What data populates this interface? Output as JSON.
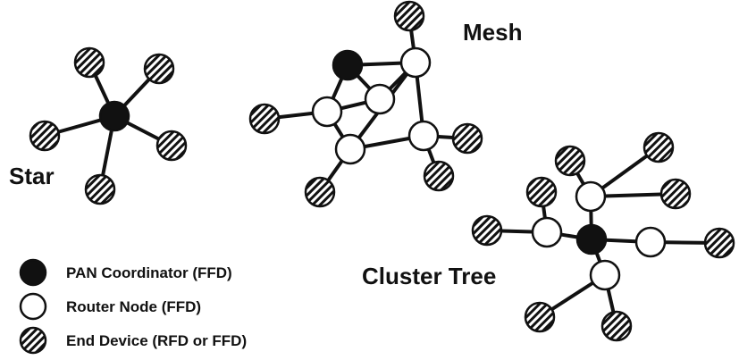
{
  "labels": {
    "star": "Star",
    "mesh": "Mesh",
    "cluster_tree": "Cluster Tree"
  },
  "legend": [
    {
      "type": "coordinator",
      "label": "PAN Coordinator (FFD)"
    },
    {
      "type": "router",
      "label": "Router Node (FFD)"
    },
    {
      "type": "end",
      "label": "End Device (RFD or FFD)"
    }
  ],
  "node_kinds": {
    "coordinator": "solid black circle",
    "router": "white circle",
    "end": "hatched circle"
  }
}
